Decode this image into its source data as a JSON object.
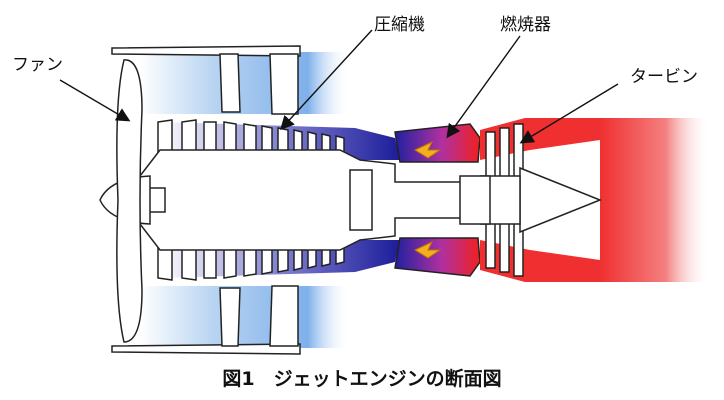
{
  "labels": {
    "fan": "ファン",
    "compressor": "圧縮機",
    "combustor": "燃焼器",
    "turbine": "タービン"
  },
  "caption": "図1　ジェットエンジンの断面図",
  "colors": {
    "bypass_air": "#9cc3ee",
    "compressed_air": "#2a2aa0",
    "combustion": "#e82020",
    "exhaust": "#f06060",
    "flame": "#f0b020",
    "metal": "#ffffff",
    "outline": "#222222"
  }
}
